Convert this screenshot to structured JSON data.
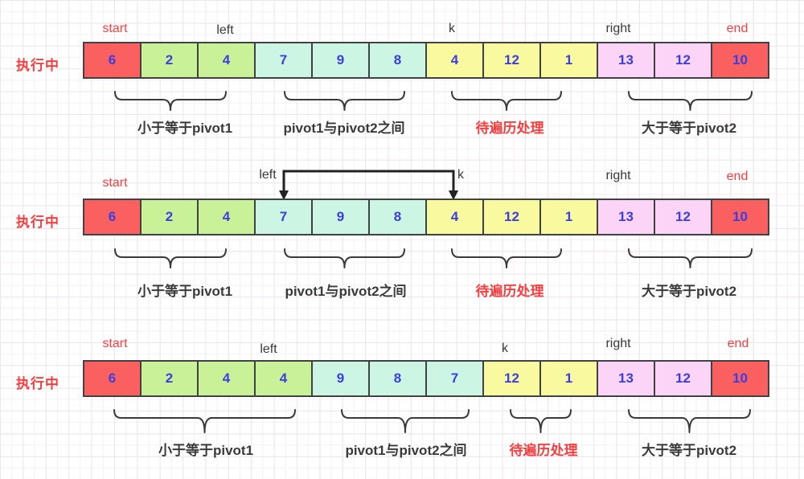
{
  "palette": {
    "cell_red": "#fb6060",
    "cell_green": "#c9f298",
    "cell_teal": "#cdf5e4",
    "cell_yellow": "#f9f9a0",
    "cell_pink": "#fbd4f8",
    "value_blue": "#3b3ee0",
    "accent_red": "#fb3d3d",
    "text_dark": "#3a3a3a",
    "line_dark": "#3f4145"
  },
  "rows": [
    {
      "status": "执行中",
      "pointers": [
        {
          "label": "start",
          "color": "red"
        },
        {
          "label": "left",
          "color": "dark"
        },
        {
          "label": "k",
          "color": "dark"
        },
        {
          "label": "right",
          "color": "dark"
        },
        {
          "label": "end",
          "color": "red"
        }
      ],
      "cells": [
        {
          "value": "6",
          "color": "red"
        },
        {
          "value": "2",
          "color": "green"
        },
        {
          "value": "4",
          "color": "green"
        },
        {
          "value": "7",
          "color": "teal"
        },
        {
          "value": "9",
          "color": "teal"
        },
        {
          "value": "8",
          "color": "teal"
        },
        {
          "value": "4",
          "color": "yellow"
        },
        {
          "value": "12",
          "color": "yellow"
        },
        {
          "value": "1",
          "color": "yellow"
        },
        {
          "value": "13",
          "color": "pink"
        },
        {
          "value": "12",
          "color": "pink"
        },
        {
          "value": "10",
          "color": "red"
        }
      ],
      "braces": [
        {
          "label": "小于等于pivot1",
          "color": "dark"
        },
        {
          "label": "pivot1与pivot2之间",
          "color": "dark"
        },
        {
          "label": "待遍历处理",
          "color": "red"
        },
        {
          "label": "大于等于pivot2",
          "color": "dark"
        }
      ]
    },
    {
      "status": "执行中",
      "pointers": [
        {
          "label": "start",
          "color": "red"
        },
        {
          "label": "left",
          "color": "dark"
        },
        {
          "label": "k",
          "color": "dark"
        },
        {
          "label": "right",
          "color": "dark"
        },
        {
          "label": "end",
          "color": "red"
        }
      ],
      "cells": [
        {
          "value": "6",
          "color": "red"
        },
        {
          "value": "2",
          "color": "green"
        },
        {
          "value": "4",
          "color": "green"
        },
        {
          "value": "7",
          "color": "teal"
        },
        {
          "value": "9",
          "color": "teal"
        },
        {
          "value": "8",
          "color": "teal"
        },
        {
          "value": "4",
          "color": "yellow"
        },
        {
          "value": "12",
          "color": "yellow"
        },
        {
          "value": "1",
          "color": "yellow"
        },
        {
          "value": "13",
          "color": "pink"
        },
        {
          "value": "12",
          "color": "pink"
        },
        {
          "value": "10",
          "color": "red"
        }
      ],
      "braces": [
        {
          "label": "小于等于pivot1",
          "color": "dark"
        },
        {
          "label": "pivot1与pivot2之间",
          "color": "dark"
        },
        {
          "label": "待遍历处理",
          "color": "red"
        },
        {
          "label": "大于等于pivot2",
          "color": "dark"
        }
      ]
    },
    {
      "status": "执行中",
      "pointers": [
        {
          "label": "start",
          "color": "red"
        },
        {
          "label": "left",
          "color": "dark"
        },
        {
          "label": "k",
          "color": "dark"
        },
        {
          "label": "right",
          "color": "dark"
        },
        {
          "label": "end",
          "color": "red"
        }
      ],
      "cells": [
        {
          "value": "6",
          "color": "red"
        },
        {
          "value": "2",
          "color": "green"
        },
        {
          "value": "4",
          "color": "green"
        },
        {
          "value": "4",
          "color": "green"
        },
        {
          "value": "9",
          "color": "teal"
        },
        {
          "value": "8",
          "color": "teal"
        },
        {
          "value": "7",
          "color": "teal"
        },
        {
          "value": "12",
          "color": "yellow"
        },
        {
          "value": "1",
          "color": "yellow"
        },
        {
          "value": "13",
          "color": "pink"
        },
        {
          "value": "12",
          "color": "pink"
        },
        {
          "value": "10",
          "color": "red"
        }
      ],
      "braces": [
        {
          "label": "小于等于pivot1",
          "color": "dark"
        },
        {
          "label": "pivot1与pivot2之间",
          "color": "dark"
        },
        {
          "label": "待遍历处理",
          "color": "red"
        },
        {
          "label": "大于等于pivot2",
          "color": "dark"
        }
      ]
    }
  ],
  "swap_arrow": {
    "row_index": 1,
    "from_pointer": "left",
    "to_pointer": "k"
  }
}
